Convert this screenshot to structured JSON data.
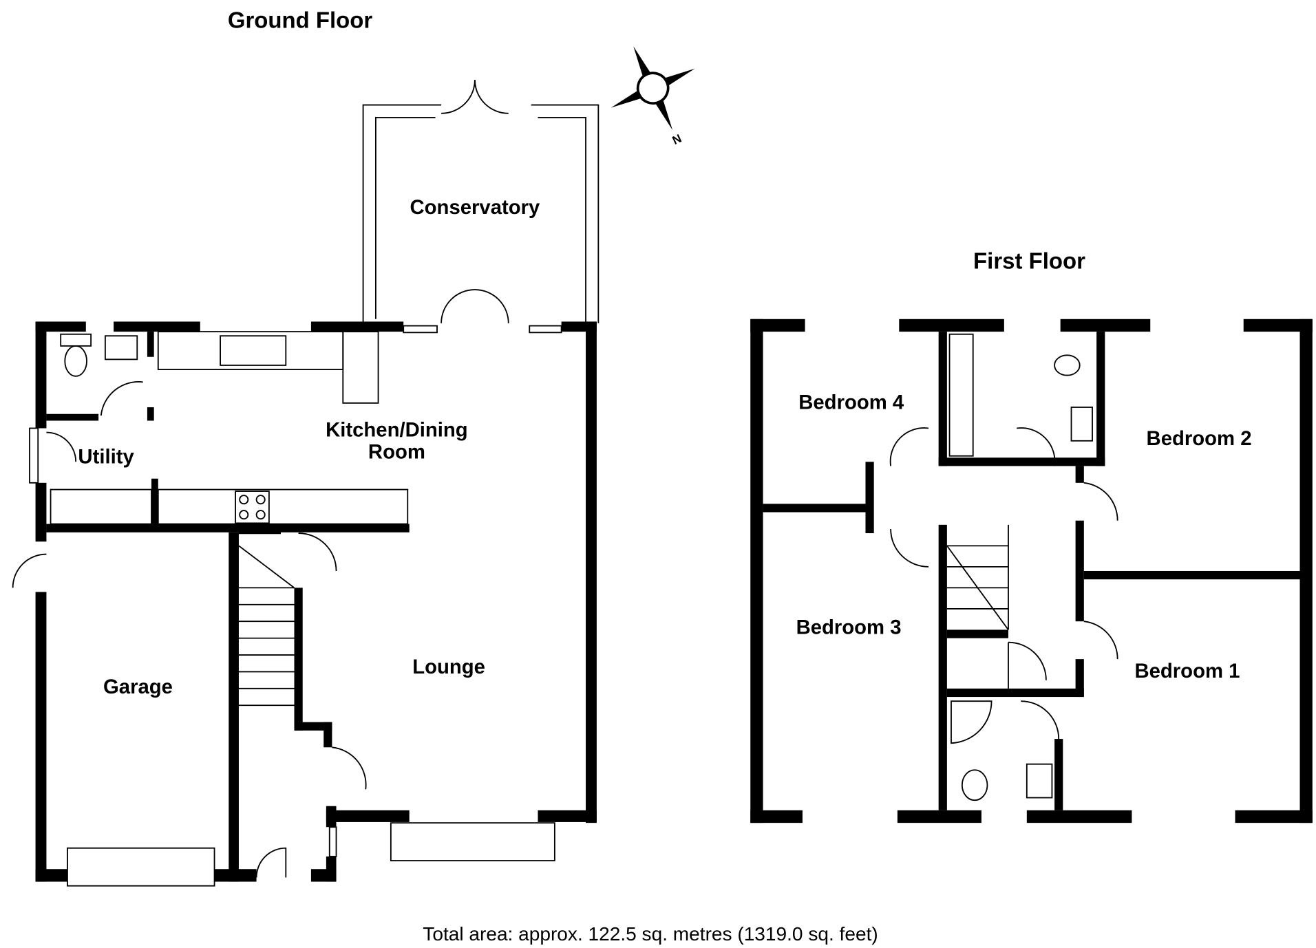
{
  "ground_floor": {
    "title": "Ground Floor",
    "rooms": {
      "conservatory": "Conservatory",
      "kitchen_line1": "Kitchen/Dining",
      "kitchen_line2": "Room",
      "utility": "Utility",
      "garage": "Garage",
      "lounge": "Lounge"
    }
  },
  "first_floor": {
    "title": "First Floor",
    "rooms": {
      "bedroom4": "Bedroom 4",
      "bedroom2": "Bedroom 2",
      "bedroom3": "Bedroom 3",
      "bedroom1": "Bedroom 1"
    }
  },
  "compass": {
    "north_label": "N"
  },
  "footer": {
    "total_area": "Total area: approx. 122.5 sq. metres (1319.0 sq. feet)"
  }
}
